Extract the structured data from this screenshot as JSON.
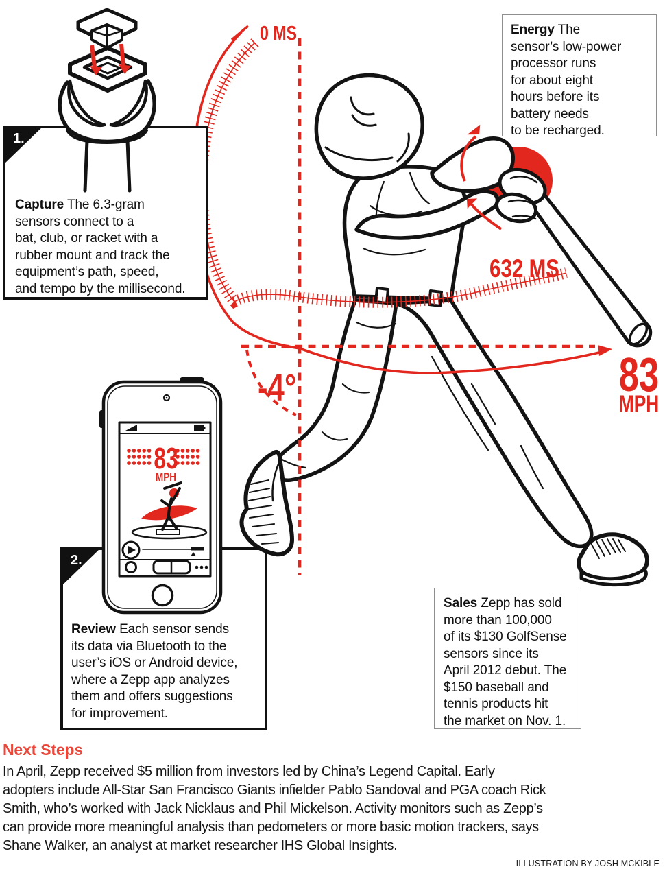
{
  "title": "Zepp swing-sensor infographic",
  "annotations": {
    "swing_start": "0 MS",
    "swing_impact": "632 MS",
    "attack_angle": "-4°",
    "bat_speed_value": "83",
    "bat_speed_unit": "MPH"
  },
  "callouts": {
    "capture": {
      "number": "1.",
      "title": "Capture",
      "lines": [
        "The 6.3-gram",
        "sensors connect to a",
        "bat, club, or racket with a",
        "rubber mount and track the",
        "equipment’s path, speed,",
        "and tempo by the millisecond."
      ]
    },
    "energy": {
      "title": "Energy",
      "lines": [
        "The",
        "sensor’s low-power",
        "processor runs",
        "for about eight",
        "hours before its",
        "battery needs",
        "to be recharged."
      ]
    },
    "review": {
      "number": "2.",
      "title": "Review",
      "lines": [
        "Each sensor sends",
        "its data via Bluetooth to the",
        "user’s iOS or Android device,",
        "where a Zepp app analyzes",
        "them and offers suggestions",
        "for improvement."
      ]
    },
    "sales": {
      "title": "Sales",
      "lines": [
        "Zepp has sold",
        "more than 100,000",
        "of its $130 GolfSense",
        "sensors since its",
        "April 2012 debut. The",
        "$150 baseball and",
        "tennis products hit",
        "the market on Nov. 1."
      ]
    }
  },
  "phone_app": {
    "speed_value": "83",
    "speed_unit": "MPH",
    "icons": [
      "signal-icon",
      "battery-icon",
      "camera-icon",
      "play-icon",
      "progress-bar",
      "record-dot",
      "toggle-switch",
      "more-dots-icon",
      "home-button"
    ]
  },
  "sensor_diagram": {
    "icons": [
      "sensor-cube",
      "mount-arrows",
      "rubber-mount",
      "bat-knob"
    ]
  },
  "footer": {
    "heading": "Next Steps",
    "lines": [
      "In April, Zepp received $5 million from investors led by China’s Legend Capital. Early",
      "adopters include All-Star San Francisco Giants infielder Pablo Sandoval and PGA coach Rick",
      "Smith, who’s worked with Jack Nicklaus and Phil Mickelson. Activity monitors such as Zepp’s",
      "can provide more meaningful analysis than pedometers or more basic motion trackers, says",
      "Shane Walker, an analyst at market researcher IHS Global Insights."
    ],
    "credit": "ILLUSTRATION BY JOSH MCKIBLE"
  },
  "colors": {
    "annotation_red": "#e2271e",
    "heading_red": "#e8473a",
    "ink": "#131313"
  }
}
